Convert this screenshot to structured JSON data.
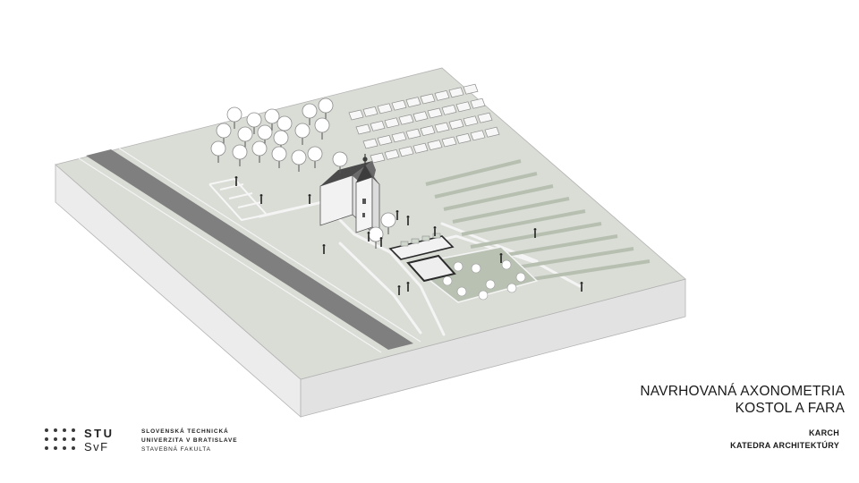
{
  "title": {
    "line1": "NAVRHOVANÁ AXONOMETRIA",
    "line2": "KOSTOL A FARA"
  },
  "department": {
    "code": "KARCH",
    "name": "KATEDRA ARCHITEKTÚRY"
  },
  "logo": {
    "mark_line1": "STU",
    "mark_line2": "SvF",
    "university_line1": "SLOVENSKÁ TECHNICKÁ",
    "university_line2": "UNIVERZITA V BRATISLAVE",
    "faculty": "STAVEBNÁ FAKULTA"
  },
  "colors": {
    "ground": "#d9ddd6",
    "block_side": "#e4e4e4",
    "road": "#7f7f7f",
    "garden": "#b9c1b3",
    "outline": "#9a9a9a"
  }
}
